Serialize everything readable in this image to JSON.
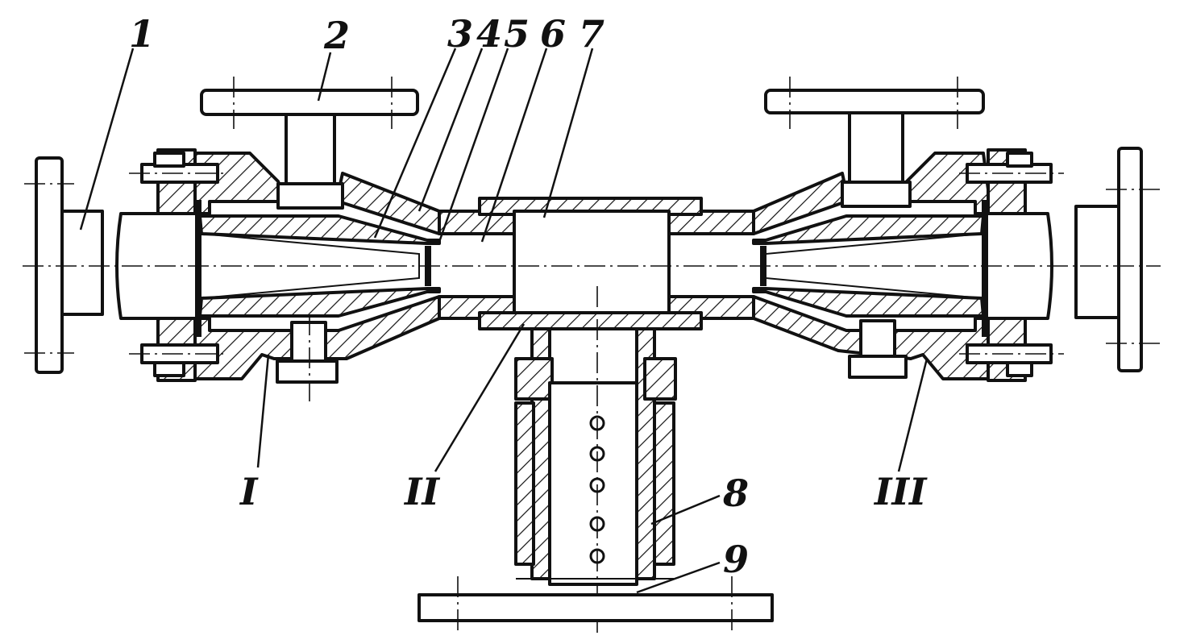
{
  "labels": {
    "l1": "1",
    "l2": "2",
    "l3": "3",
    "l4": "4",
    "l5": "5",
    "l6": "6",
    "l7": "7",
    "l8": "8",
    "l9": "9",
    "lI": "I",
    "lII": "II",
    "lIII": "III"
  }
}
